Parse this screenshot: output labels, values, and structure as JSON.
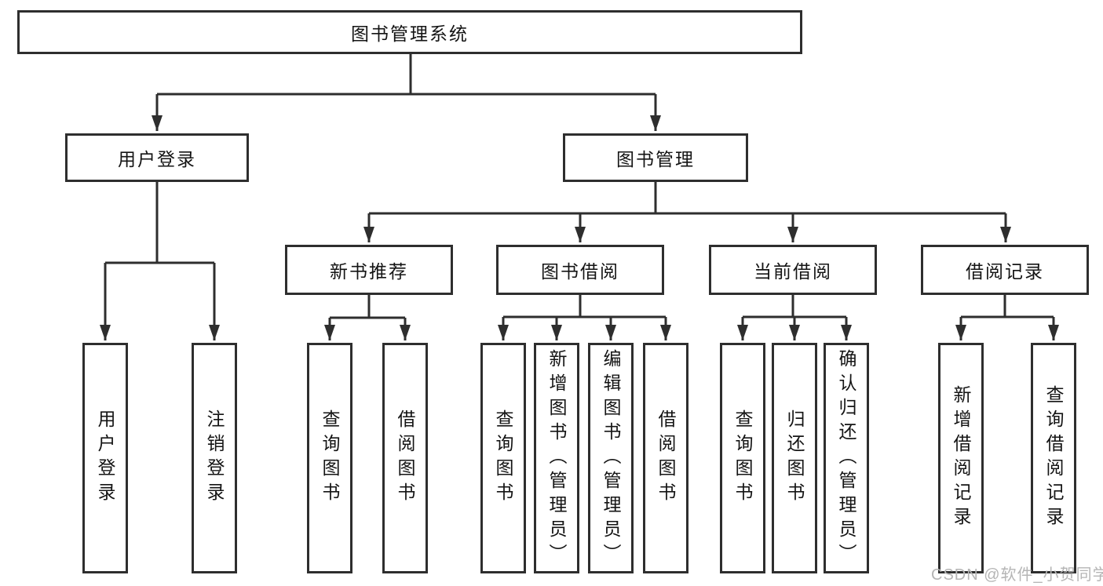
{
  "tree": {
    "root": {
      "label": "图书管理系统"
    },
    "level2": [
      {
        "label": "用户登录",
        "children": [
          {
            "label": "用户登录"
          },
          {
            "label": "注销登录"
          }
        ]
      },
      {
        "label": "图书管理",
        "children": [
          {
            "label": "新书推荐",
            "children": [
              {
                "label": "查询图书"
              },
              {
                "label": "借阅图书"
              }
            ]
          },
          {
            "label": "图书借阅",
            "children": [
              {
                "label": "查询图书"
              },
              {
                "label": "新增图书（管理员）"
              },
              {
                "label": "编辑图书（管理员）"
              },
              {
                "label": "借阅图书"
              }
            ]
          },
          {
            "label": "当前借阅",
            "children": [
              {
                "label": "查询图书"
              },
              {
                "label": "归还图书"
              },
              {
                "label": "确认归还（管理员）"
              }
            ]
          },
          {
            "label": "借阅记录",
            "children": [
              {
                "label": "新增借阅记录"
              },
              {
                "label": "查询借阅记录"
              }
            ]
          }
        ]
      }
    ]
  },
  "watermark": {
    "text": "CSDN @软件_小贺同学"
  },
  "colors": {
    "line": "#2e2e2e",
    "box_bg": "#ffffff",
    "text": "#141414",
    "watermark": "#b5b5b5"
  }
}
